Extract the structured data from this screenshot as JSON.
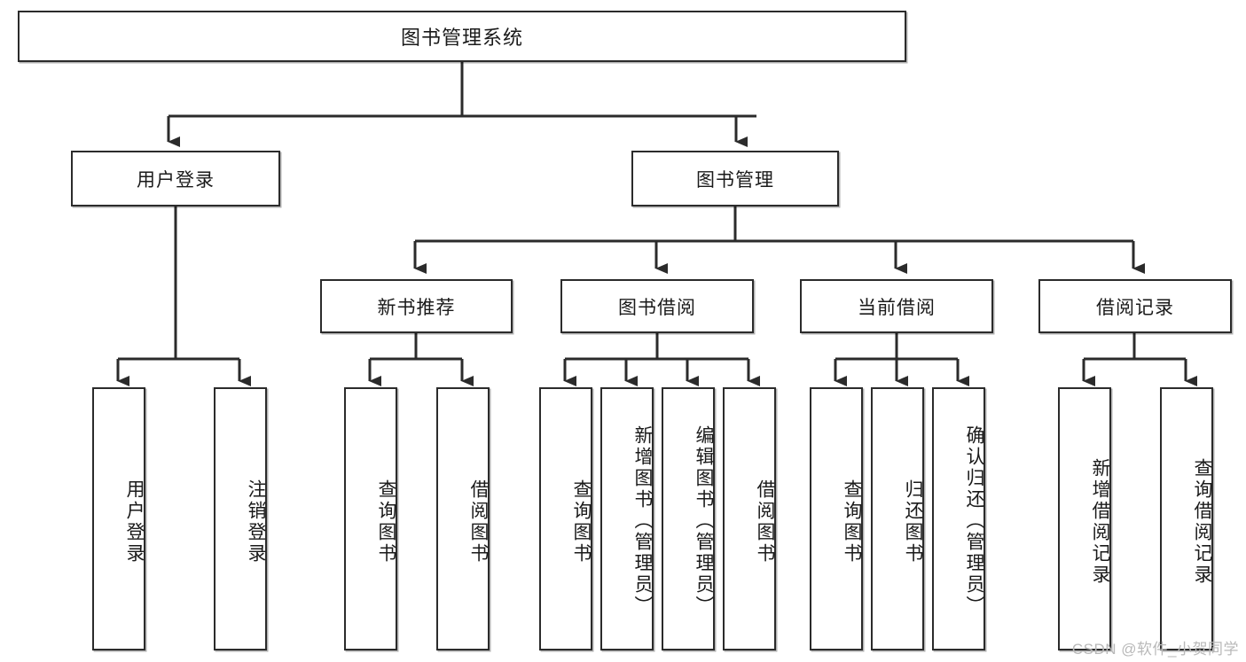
{
  "diagram": {
    "title": "图书管理系统",
    "type": "tree-hierarchy-chart",
    "root": {
      "label": "图书管理系统"
    },
    "level2": [
      {
        "label": "用户登录"
      },
      {
        "label": "图书管理"
      }
    ],
    "level3": [
      {
        "label": "新书推荐"
      },
      {
        "label": "图书借阅"
      },
      {
        "label": "当前借阅"
      },
      {
        "label": "借阅记录"
      }
    ],
    "leaves": {
      "user_login": [
        {
          "label": "用户登录"
        },
        {
          "label": "注销登录"
        }
      ],
      "new_book_recommend": [
        {
          "label": "查询图书"
        },
        {
          "label": "借阅图书"
        }
      ],
      "book_borrow": [
        {
          "label": "查询图书"
        },
        {
          "label": "新增图书（管理员）"
        },
        {
          "label": "编辑图书（管理员）"
        },
        {
          "label": "借阅图书"
        }
      ],
      "current_borrow": [
        {
          "label": "查询图书"
        },
        {
          "label": "归还图书"
        },
        {
          "label": "确认归还（管理员）"
        }
      ],
      "borrow_records": [
        {
          "label": "新增借阅记录"
        },
        {
          "label": "查询借阅记录"
        }
      ]
    }
  },
  "watermark": {
    "text": "CSDN @软件_小贺同学"
  },
  "colors": {
    "stroke": "#2b2b2b",
    "box_fill": "#ffffff",
    "text": "#1a1a1a",
    "watermark": "#b9b9b9",
    "background": "#ffffff"
  }
}
